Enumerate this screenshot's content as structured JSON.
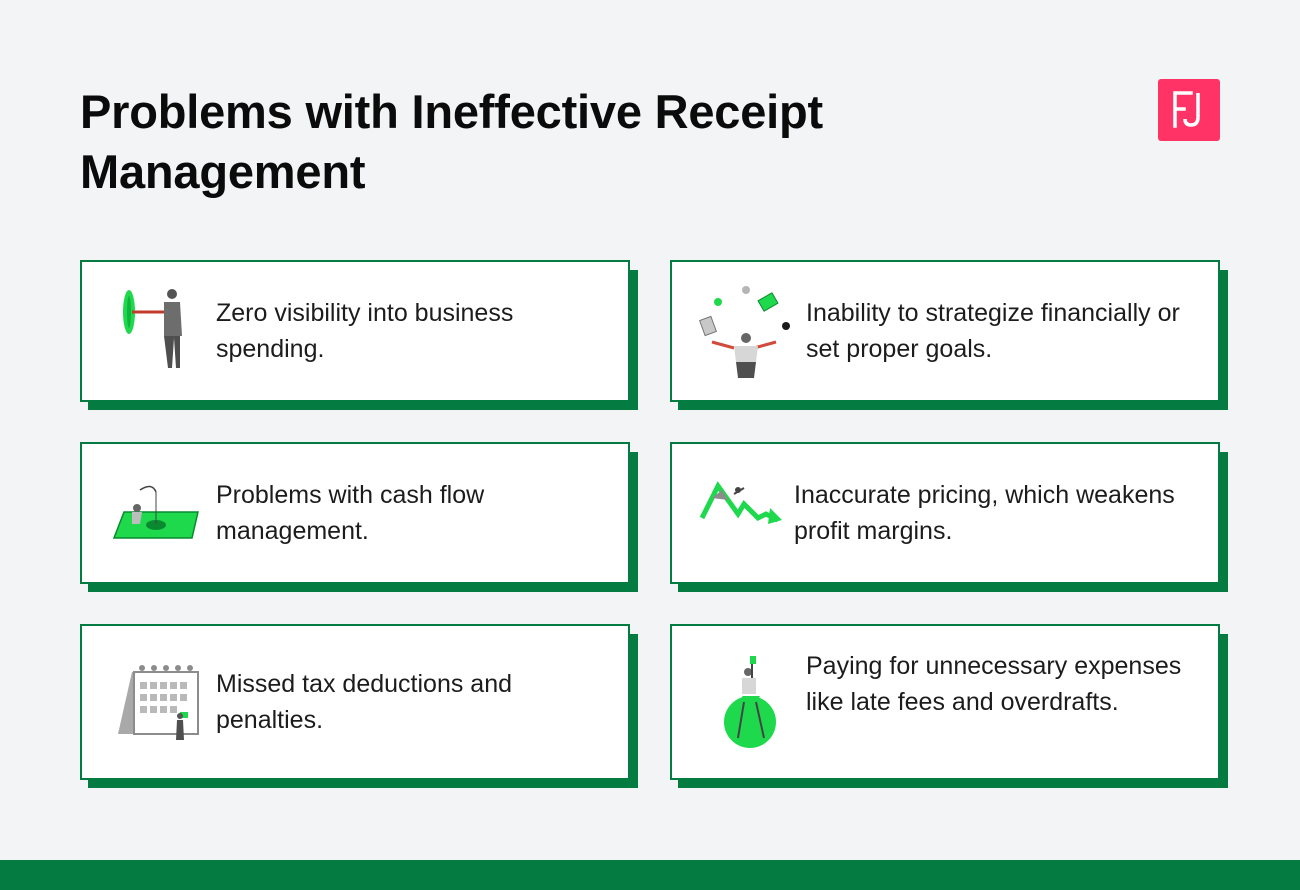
{
  "page": {
    "title": "Problems with Ineffective Receipt Management"
  },
  "brand": {
    "logo_icon": "fyle-logo-icon",
    "logo_color": "#ff3366",
    "accent_color": "#047b41",
    "illustration_green": "#1dd94b"
  },
  "cards": [
    {
      "text": "Zero visibility into business spending.",
      "icon": "person-with-green-shield-icon"
    },
    {
      "text": "Inability to strategize financially or set proper goals.",
      "icon": "person-juggling-icon"
    },
    {
      "text": "Problems with cash flow management.",
      "icon": "person-fishing-on-money-icon"
    },
    {
      "text": "Inaccurate pricing, which weakens profit margins.",
      "icon": "falling-arrow-graph-icon"
    },
    {
      "text": "Missed tax deductions and penalties.",
      "icon": "calendar-with-person-icon"
    },
    {
      "text": "Paying for unnecessary expenses like late fees and overdrafts.",
      "icon": "person-on-money-bag-icon"
    }
  ]
}
